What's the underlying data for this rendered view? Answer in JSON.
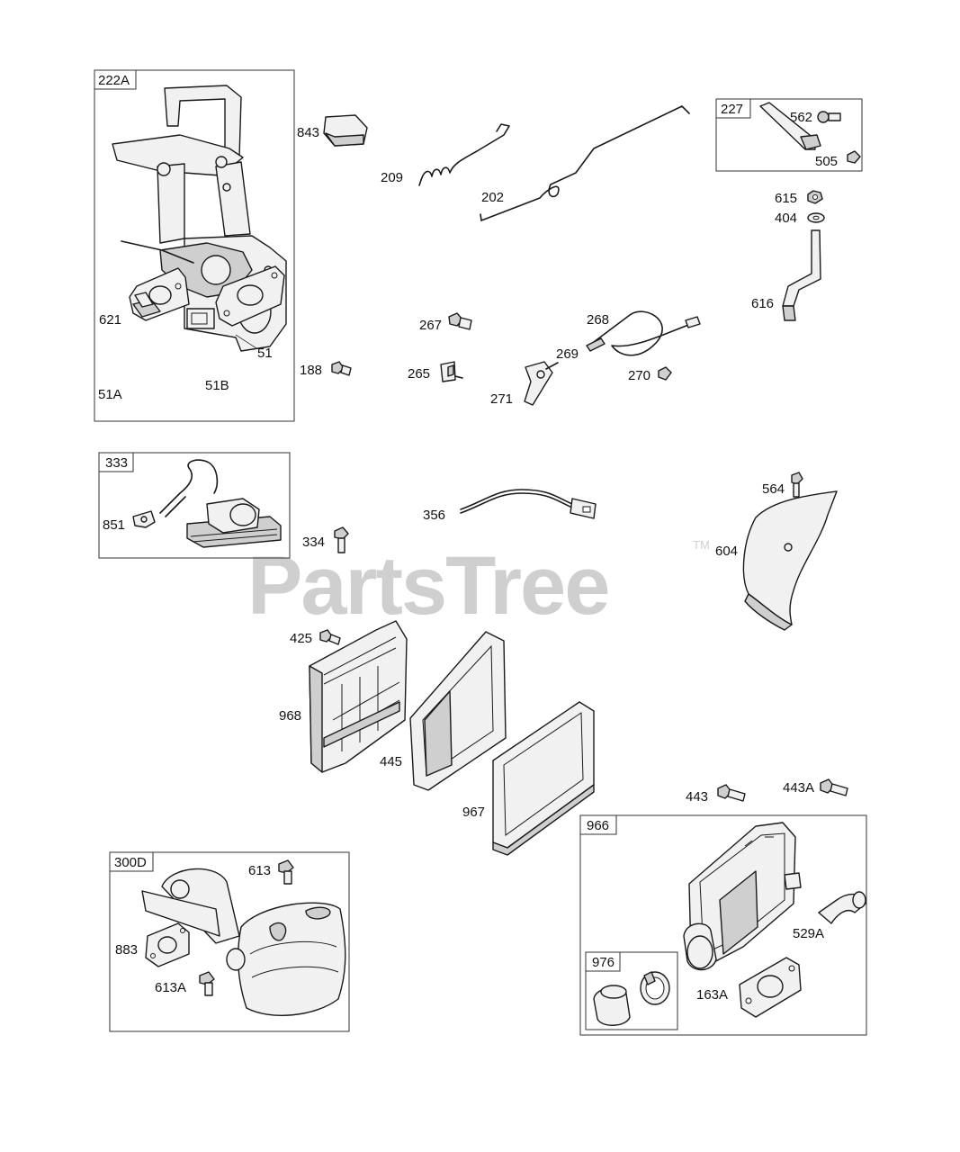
{
  "watermark": {
    "text": "PartsTree",
    "trademark": "TM"
  },
  "groups": {
    "g222A": "222A",
    "g227": "227",
    "g333": "333",
    "g300D": "300D",
    "g966": "966",
    "g976": "976"
  },
  "callouts": {
    "c51": "51",
    "c51A": "51A",
    "c51B": "51B",
    "c621": "621",
    "c843": "843",
    "c209": "209",
    "c202": "202",
    "c562": "562",
    "c505": "505",
    "c615": "615",
    "c404": "404",
    "c616": "616",
    "c267": "267",
    "c265": "265",
    "c268": "268",
    "c269": "269",
    "c270": "270",
    "c271": "271",
    "c188": "188",
    "c851": "851",
    "c334": "334",
    "c356": "356",
    "c564": "564",
    "c604": "604",
    "c425": "425",
    "c968": "968",
    "c445": "445",
    "c967": "967",
    "c443": "443",
    "c443A": "443A",
    "c529A": "529A",
    "c163A": "163A",
    "c613": "613",
    "c883": "883",
    "c613A": "613A"
  }
}
